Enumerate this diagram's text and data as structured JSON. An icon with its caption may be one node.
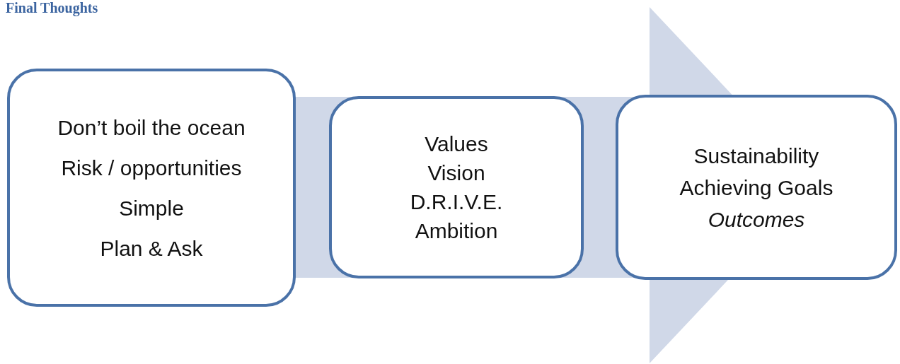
{
  "diagram": {
    "title": "Final Thoughts",
    "nodes": [
      {
        "text": [
          "Don’t boil the ocean",
          "Risk / opportunities",
          "Simple",
          "Plan & Ask"
        ]
      },
      {
        "text": [
          "Values",
          "Vision",
          "D.R.I.V.E.",
          "Ambition"
        ]
      },
      {
        "text": [
          "Sustainability",
          "Achieving Goals",
          "*Outcomes*"
        ]
      }
    ],
    "edges": [
      {
        "from": 0,
        "to": 2,
        "arrow": "to",
        "style": "thick"
      }
    ]
  }
}
